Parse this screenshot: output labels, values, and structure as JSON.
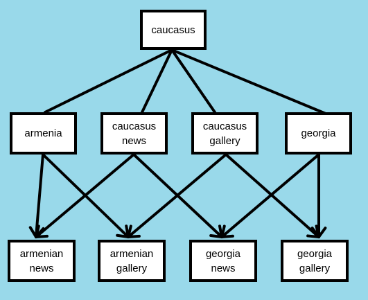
{
  "nodes": {
    "caucasus": "caucasus",
    "armenia": "armenia",
    "caucasus_news": "caucasus news",
    "caucasus_gallery": "caucasus gallery",
    "georgia": "georgia",
    "armenian_news": "armenian news",
    "armenian_gallery": "armenian gallery",
    "georgia_news": "georgia news",
    "georgia_gallery": "georgia gallery"
  },
  "edges": [
    {
      "from": "caucasus",
      "to": "armenia",
      "arrow": false
    },
    {
      "from": "caucasus",
      "to": "caucasus_news",
      "arrow": false
    },
    {
      "from": "caucasus",
      "to": "caucasus_gallery",
      "arrow": false
    },
    {
      "from": "caucasus",
      "to": "georgia",
      "arrow": false
    },
    {
      "from": "armenia",
      "to": "armenian_news",
      "arrow": true
    },
    {
      "from": "armenia",
      "to": "armenian_gallery",
      "arrow": true
    },
    {
      "from": "caucasus_news",
      "to": "armenian_news",
      "arrow": true
    },
    {
      "from": "caucasus_news",
      "to": "georgia_news",
      "arrow": true
    },
    {
      "from": "caucasus_gallery",
      "to": "armenian_gallery",
      "arrow": true
    },
    {
      "from": "caucasus_gallery",
      "to": "georgia_gallery",
      "arrow": true
    },
    {
      "from": "georgia",
      "to": "georgia_news",
      "arrow": true
    },
    {
      "from": "georgia",
      "to": "georgia_gallery",
      "arrow": true
    }
  ],
  "colors": {
    "background": "#99d9ea",
    "box_fill": "#ffffff",
    "stroke": "#000000"
  }
}
